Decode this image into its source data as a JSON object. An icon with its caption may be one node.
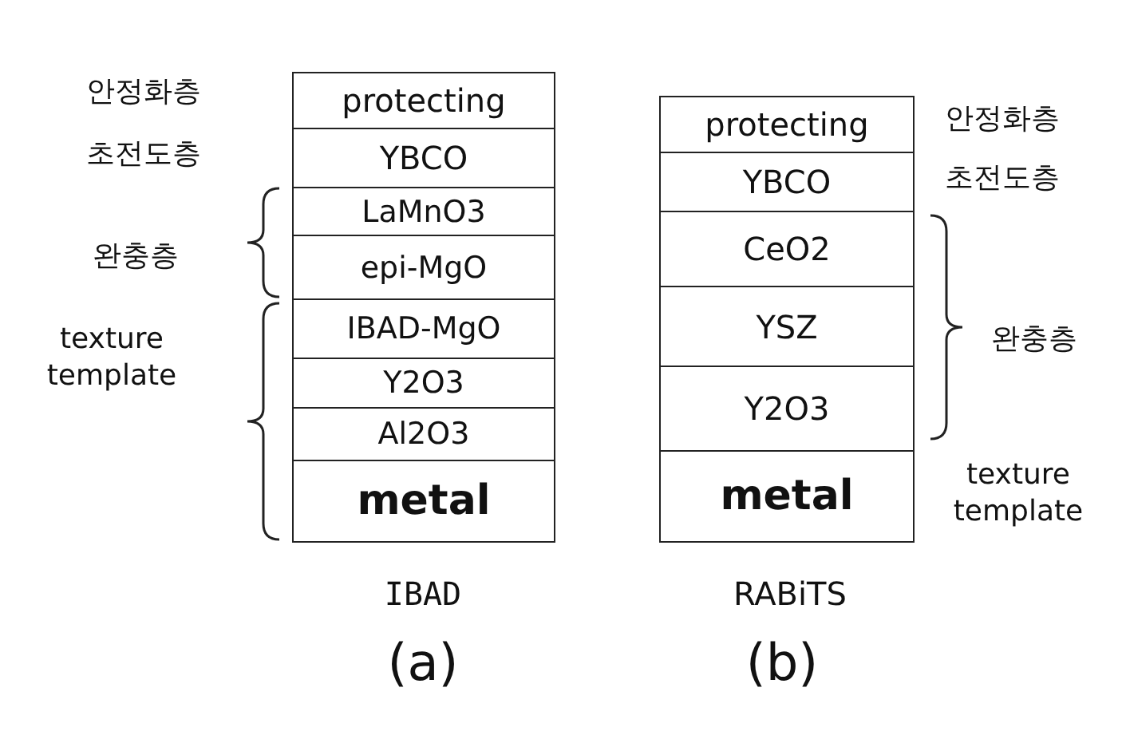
{
  "diagram": {
    "nodes": [
      {
        "text": [
          "protecting"
        ]
      },
      {
        "text": [
          "YBCO"
        ]
      },
      {
        "text": [
          "LaMnO3"
        ]
      },
      {
        "text": [
          "epi-MgO"
        ]
      },
      {
        "text": [
          "IBAD-MgO"
        ]
      },
      {
        "text": [
          "Y2O3"
        ]
      },
      {
        "text": [
          "Al2O3"
        ]
      },
      {
        "text": [
          "metal"
        ]
      },
      {
        "text": [
          "protecting"
        ]
      },
      {
        "text": [
          "YBCO"
        ]
      },
      {
        "text": [
          "CeO2"
        ]
      },
      {
        "text": [
          "YSZ"
        ]
      },
      {
        "text": [
          "Y2O3"
        ]
      },
      {
        "text": [
          "metal"
        ]
      }
    ],
    "edges": [],
    "labels": [
      "안정화층",
      "초전도층",
      "완충층",
      "texture template",
      "안정화층",
      "초전도층",
      "완충층",
      "texture template",
      "IBAD",
      "RABiTS",
      "(a)",
      "(b)"
    ]
  }
}
